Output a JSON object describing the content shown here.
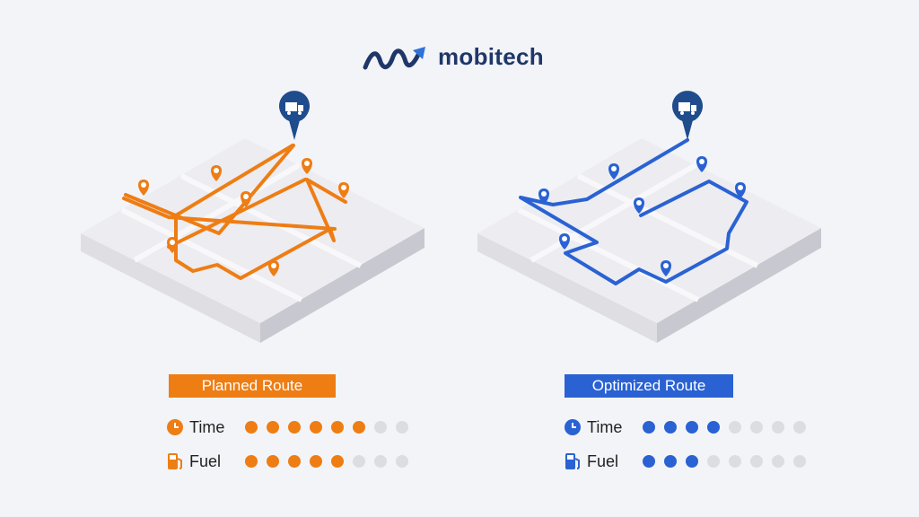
{
  "brand": {
    "name": "mobitech",
    "logo_color": "#1f3768",
    "accent": "#2f73d9"
  },
  "panels": [
    {
      "id": "planned",
      "title": "Planned Route",
      "color": "#ee7d14",
      "truck_pin_color": "#1f4c8c",
      "metrics": [
        {
          "label": "Time",
          "icon": "clock-icon",
          "filled": 6,
          "total": 8
        },
        {
          "label": "Fuel",
          "icon": "fuel-pump-icon",
          "filled": 5,
          "total": 8
        }
      ]
    },
    {
      "id": "optimized",
      "title": "Optimized Route",
      "color": "#2a62d3",
      "truck_pin_color": "#1f4c8c",
      "metrics": [
        {
          "label": "Time",
          "icon": "clock-icon",
          "filled": 4,
          "total": 8
        },
        {
          "label": "Fuel",
          "icon": "fuel-pump-icon",
          "filled": 3,
          "total": 8
        }
      ]
    }
  ]
}
